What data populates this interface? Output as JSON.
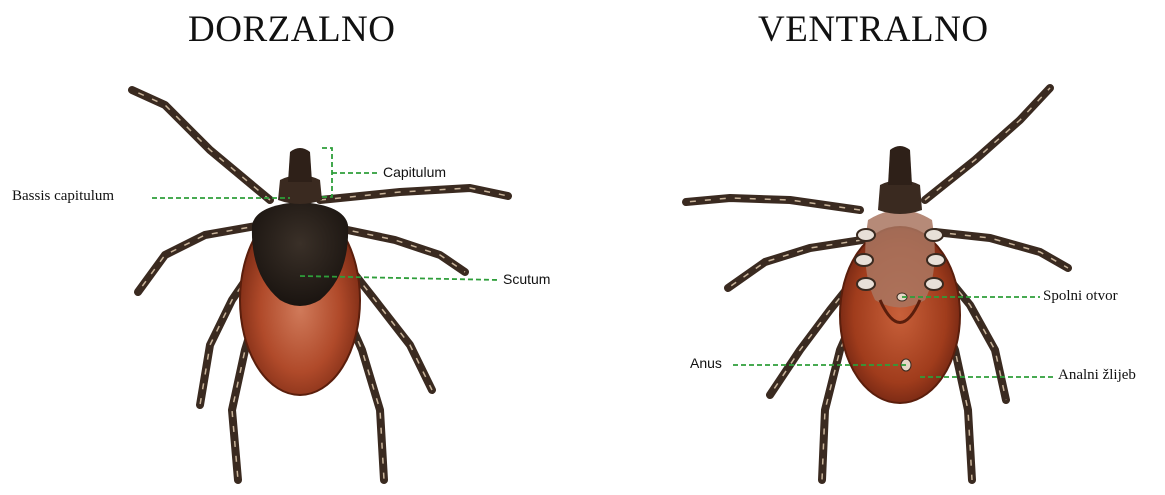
{
  "titles": {
    "dorsal": "DORZALNO",
    "ventral": "VENTRALNO"
  },
  "labels": {
    "capitulum": "Capitulum",
    "bassis_capitulum": "Bassis capitulum",
    "scutum": "Scutum",
    "spolni_otvor": "Spolni otvor",
    "anus": "Anus",
    "analni_zlijeb": "Analni žlijeb"
  },
  "colors": {
    "leader_line": "#2e9e3a",
    "body_red": "#9e3a1f",
    "scutum_dark": "#2a1f18",
    "leg_dark": "#3a2a20"
  },
  "illustrations": [
    "tick-dorsal-view",
    "tick-ventral-view"
  ]
}
